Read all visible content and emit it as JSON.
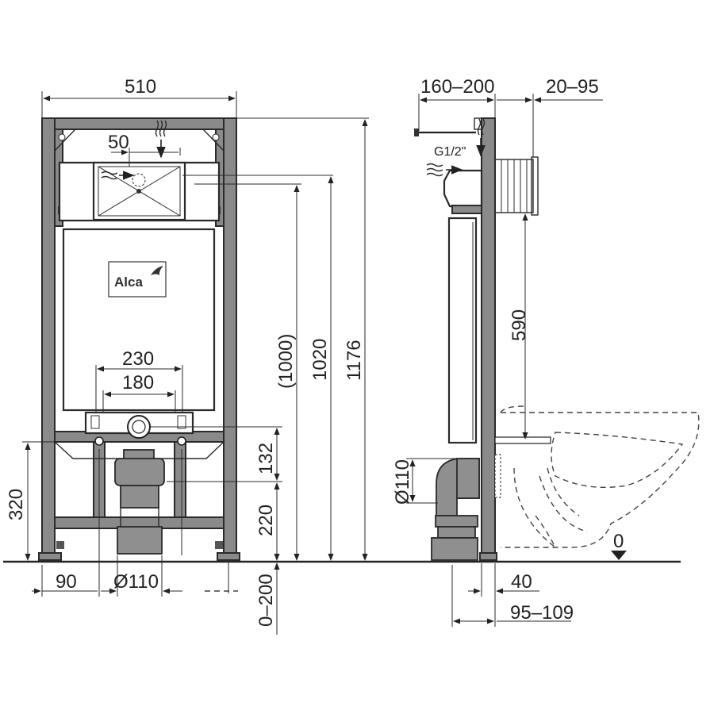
{
  "brand": {
    "logo_text": "Alca"
  },
  "front_view": {
    "dimensions": {
      "width": "510",
      "flush_offset": "50",
      "outlet_spacing_outer": "230",
      "outlet_spacing_inner": "180",
      "height_1000": "(1000)",
      "height_1020": "1020",
      "height_1176": "1176",
      "height_132": "132",
      "height_220": "220",
      "height_320": "320",
      "foot_90": "90",
      "pipe_diameter": "Ø110",
      "foot_adjust": "0–200"
    }
  },
  "side_view": {
    "dimensions": {
      "depth_160_200": "160–200",
      "depth_20_95": "20–95",
      "thread": "G1/2\"",
      "height_590": "590",
      "pipe_diameter": "Ø110",
      "offset_40": "40",
      "offset_95_109": "95–109",
      "floor_zero": "0"
    }
  },
  "icons": [
    "water-inlet-icon",
    "floor-level-icon",
    "alca-bird-logo-icon"
  ]
}
